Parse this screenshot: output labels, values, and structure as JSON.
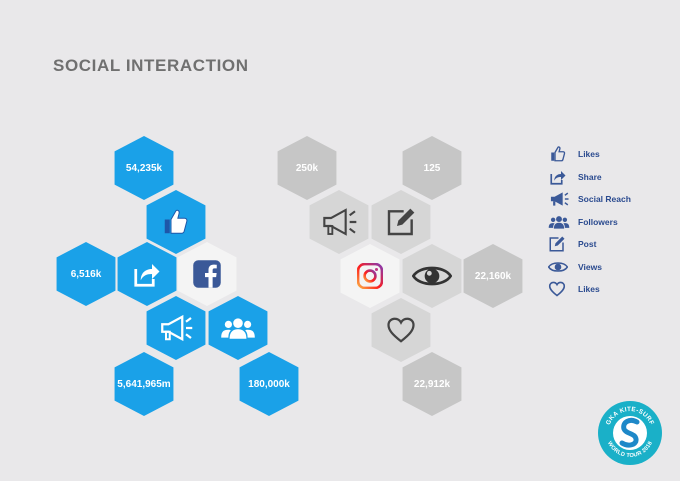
{
  "title": "SOCIAL INTERACTION",
  "colors": {
    "blue": "#1aa1e8",
    "gray": "#c6c6c6",
    "legend_text": "#2a4a8f",
    "title": "#707070"
  },
  "facebook_cluster": {
    "likes_value": "54,235k",
    "share_value": "6,516k",
    "reach_value": "5,641,965m",
    "followers_value": "180,000k",
    "icons": [
      "thumbs-up-icon",
      "share-icon",
      "facebook-icon",
      "megaphone-icon",
      "followers-icon"
    ]
  },
  "instagram_cluster": {
    "reach_value": "250k",
    "post_value": "125",
    "views_value": "22,160k",
    "likes_value": "22,912k",
    "icons": [
      "megaphone-icon",
      "edit-icon",
      "instagram-icon",
      "eye-icon",
      "heart-icon"
    ]
  },
  "legend": [
    {
      "label": "Likes",
      "icon": "thumbs-up-icon"
    },
    {
      "label": "Share",
      "icon": "share-icon"
    },
    {
      "label": "Social Reach",
      "icon": "megaphone-icon"
    },
    {
      "label": "Followers",
      "icon": "followers-icon"
    },
    {
      "label": "Post",
      "icon": "edit-icon"
    },
    {
      "label": "Views",
      "icon": "eye-icon"
    },
    {
      "label": "Likes",
      "icon": "heart-icon"
    }
  ],
  "badge": {
    "top_text": "GKA KITE-SURF",
    "bottom_text": "WORLD TOUR 2018"
  }
}
